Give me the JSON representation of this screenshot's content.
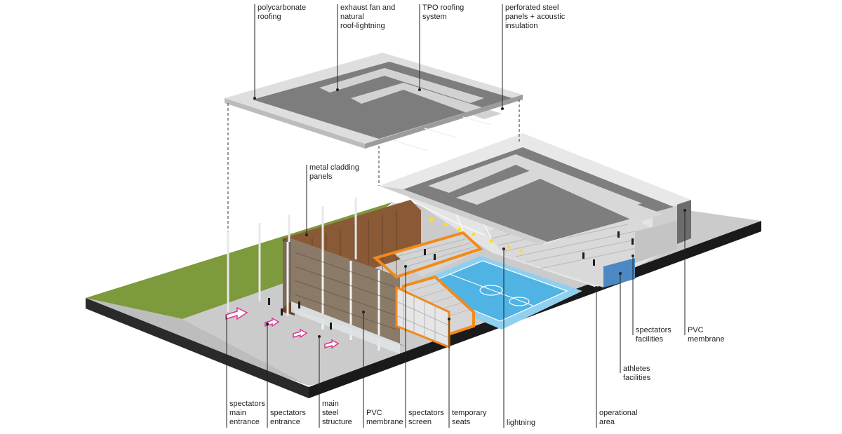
{
  "labels": {
    "polycarbonate_roofing": [
      "polycarbonate",
      "roofing"
    ],
    "exhaust_fan": [
      "exhaust fan and",
      "natural",
      "roof-lightning"
    ],
    "tpo_roofing": [
      "TPO roofing",
      "system"
    ],
    "perforated_panels": [
      "perforated steel",
      "panels + acoustic",
      "insulation"
    ],
    "metal_cladding": [
      "metal cladding",
      "panels"
    ],
    "spectators_facilities": [
      "spectators",
      "facilities"
    ],
    "pvc_membrane_right": [
      "PVC",
      "membrane"
    ],
    "athletes_facilities": [
      "athletes",
      "facilities"
    ],
    "spectators_main_entrance": [
      "spectators",
      "main",
      "entrance"
    ],
    "spectators_entrance": [
      "spectators",
      "entrance"
    ],
    "main_steel_structure": [
      "main",
      "steel",
      "structure"
    ],
    "pvc_membrane_bottom": [
      "PVC",
      "membrane"
    ],
    "spectators_screen": [
      "spectators",
      "screen"
    ],
    "temporary_seats": [
      "temporary",
      "seats"
    ],
    "lightning": [
      "lightning"
    ],
    "operational_area": [
      "operational",
      "area"
    ]
  },
  "colors": {
    "grass": "#7d9a3c",
    "slab_top": "#c9c9c9",
    "slab_side": "#1e1e1e",
    "court": "#4fb3e3",
    "court_outer": "#8fd0f0",
    "highlight": "#f08a1c",
    "roof": "#7e7e7e",
    "cladding": "#8a5a36",
    "arrow": "#e0338c"
  }
}
